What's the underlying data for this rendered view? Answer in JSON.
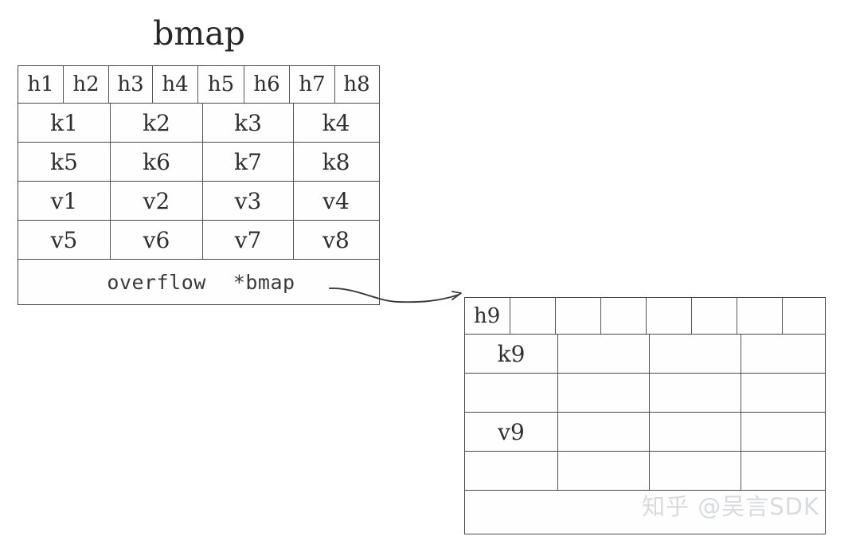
{
  "title": "bmap",
  "watermark": "知乎 @吴言SDK",
  "left_table": {
    "name": "bmap-bucket",
    "tophash_row": {
      "label": "tophash-row",
      "cells": [
        "h1",
        "h2",
        "h3",
        "h4",
        "h5",
        "h6",
        "h7",
        "h8"
      ]
    },
    "key_rows": [
      {
        "label": "keys-row-1",
        "cells": [
          "k1",
          "k2",
          "k3",
          "k4"
        ]
      },
      {
        "label": "keys-row-2",
        "cells": [
          "k5",
          "k6",
          "k7",
          "k8"
        ]
      }
    ],
    "value_rows": [
      {
        "label": "values-row-1",
        "cells": [
          "v1",
          "v2",
          "v3",
          "v4"
        ]
      },
      {
        "label": "values-row-2",
        "cells": [
          "v5",
          "v6",
          "v7",
          "v8"
        ]
      }
    ],
    "overflow_row": {
      "label": "overflow-pointer-row",
      "field": "overflow",
      "type": "*bmap"
    }
  },
  "right_table": {
    "name": "overflow-bmap-bucket",
    "tophash_row": {
      "label": "tophash-row",
      "cells": [
        "h9",
        "",
        "",
        "",
        "",
        "",
        "",
        ""
      ]
    },
    "key_rows": [
      {
        "label": "keys-row-1",
        "cells": [
          "k9",
          "",
          "",
          ""
        ]
      },
      {
        "label": "keys-row-2",
        "cells": [
          "",
          "",
          "",
          ""
        ]
      }
    ],
    "value_rows": [
      {
        "label": "values-row-1",
        "cells": [
          "v9",
          "",
          "",
          ""
        ]
      },
      {
        "label": "values-row-2",
        "cells": [
          "",
          "",
          "",
          ""
        ]
      }
    ],
    "overflow_row": {
      "label": "overflow-pointer-row",
      "field": "",
      "type": ""
    }
  },
  "connector": {
    "name": "overflow-pointer-arrow",
    "from": "left-table overflow *bmap",
    "to": "right-table"
  },
  "colors": {
    "stroke": "#4a4a4a",
    "inner_stroke": "#555555",
    "text": "#2f2f2f",
    "watermark": "#d9dade",
    "background": "#ffffff"
  }
}
